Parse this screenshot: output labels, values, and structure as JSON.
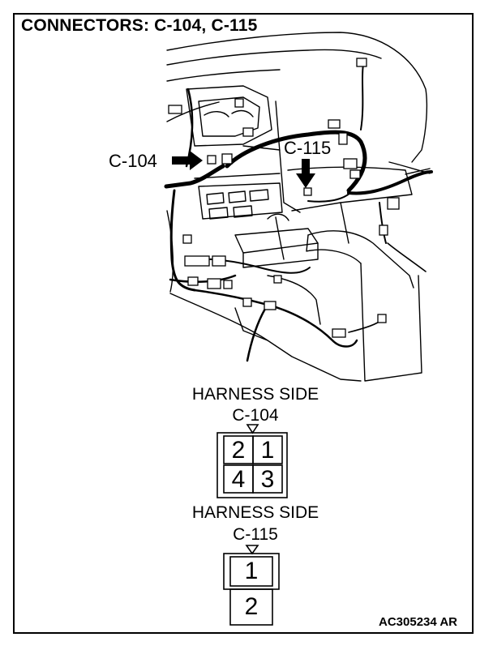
{
  "title": "CONNECTORS: C-104, C-115",
  "callouts": {
    "c104": "C-104",
    "c115": "C-115"
  },
  "connector_a": {
    "side_label": "HARNESS SIDE",
    "name": "C-104",
    "pins": [
      "2",
      "1",
      "4",
      "3"
    ]
  },
  "connector_b": {
    "side_label": "HARNESS SIDE",
    "name": "C-115",
    "pins": [
      "1",
      "2"
    ]
  },
  "figure_code": "AC305234 AR"
}
